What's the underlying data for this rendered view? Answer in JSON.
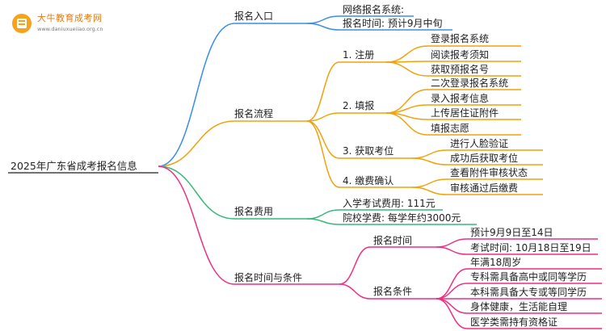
{
  "logo": {
    "title": "大牛教育成考网",
    "url": "www.daniuxueiiao.org.cn"
  },
  "colors": {
    "entrance": "#3a8ee6",
    "process": "#f0a20a",
    "fee": "#33b97a",
    "time": "#ee2f84"
  },
  "mindmap": {
    "root": "2025年广东省成考报名信息",
    "branches": [
      {
        "label": "报名入口",
        "items": [
          "网络报名系统:",
          "报名时间: 预计9月中旬"
        ]
      },
      {
        "label": "报名流程",
        "groups": [
          {
            "label": "1. 注册",
            "items": [
              "登录报名系统",
              "阅读报考须知",
              "获取预报名号"
            ]
          },
          {
            "label": "2. 填报",
            "items": [
              "二次登录报名系统",
              "录入报考信息",
              "上传居住证附件",
              "填报志愿"
            ]
          },
          {
            "label": "3. 获取考位",
            "items": [
              "进行人脸验证",
              "成功后获取考位"
            ]
          },
          {
            "label": "4. 缴费确认",
            "items": [
              "查看附件审核状态",
              "审核通过后缴费"
            ]
          }
        ]
      },
      {
        "label": "报名费用",
        "items": [
          "入学考试费用: 111元",
          "院校学费: 每学年约3000元"
        ]
      },
      {
        "label": "报名时间与条件",
        "groups": [
          {
            "label": "报名时间",
            "items": [
              "预计9月9日至14日",
              "考试时间: 10月18日至19日"
            ]
          },
          {
            "label": "报名条件",
            "items": [
              "年满18周岁",
              "专科需具备高中或同等学历",
              "本科需具备大专或等同学历",
              "身体健康，生活能自理",
              "医学类需持有资格证"
            ]
          }
        ]
      }
    ]
  }
}
